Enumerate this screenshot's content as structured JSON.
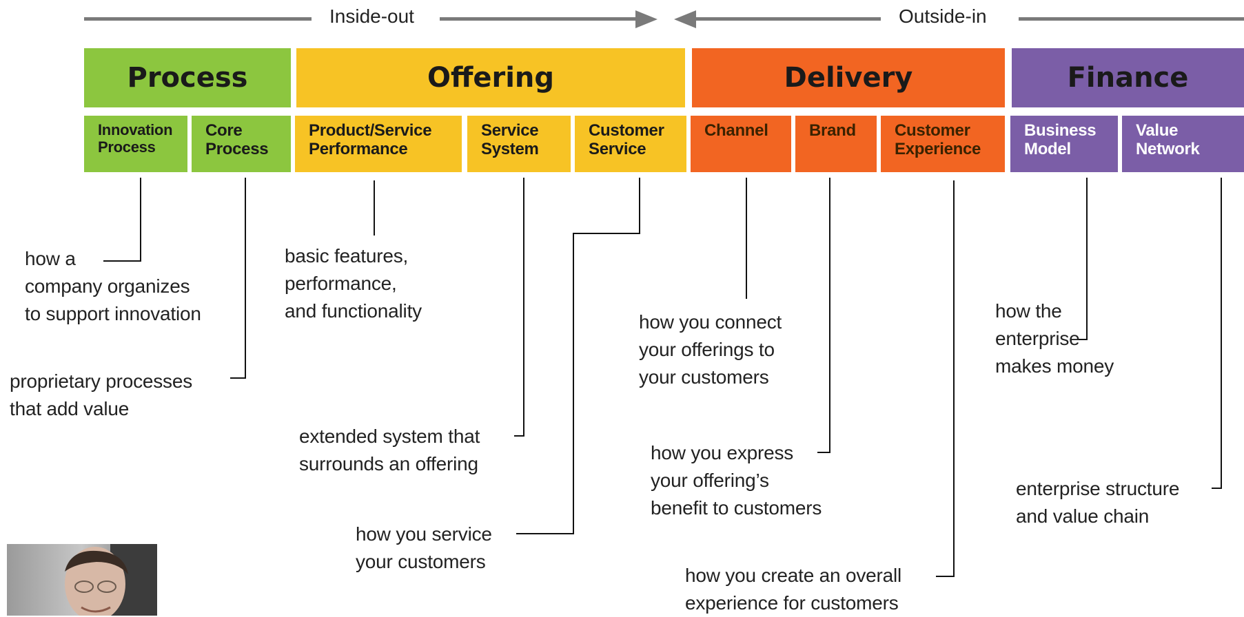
{
  "header": {
    "left_label": "Inside-out",
    "right_label": "Outside-in"
  },
  "colors": {
    "process": "#8cc63f",
    "offering": "#f7c325",
    "delivery": "#f26522",
    "finance": "#7b5ea7"
  },
  "categories": [
    {
      "label": "Process"
    },
    {
      "label": "Offering"
    },
    {
      "label": "Delivery"
    },
    {
      "label": "Finance"
    }
  ],
  "subcategories": [
    {
      "line1": "Innovation",
      "line2": "Process"
    },
    {
      "line1": "Core",
      "line2": "Process"
    },
    {
      "line1": "Product/Service",
      "line2": "Performance"
    },
    {
      "line1": "Service",
      "line2": "System"
    },
    {
      "line1": "Customer",
      "line2": "Service"
    },
    {
      "line1": "Channel",
      "line2": ""
    },
    {
      "line1": "Brand",
      "line2": ""
    },
    {
      "line1": "Customer",
      "line2": "Experience"
    },
    {
      "line1": "Business",
      "line2": "Model"
    },
    {
      "line1": "Value",
      "line2": "Network"
    }
  ],
  "descriptions": {
    "innovation_process": [
      "how a",
      "company organizes",
      "to support innovation"
    ],
    "core_process": [
      "proprietary processes",
      "that add value"
    ],
    "product_performance": [
      "basic features,",
      "performance,",
      "and functionality"
    ],
    "service_system": [
      "extended system that",
      "surrounds an offering"
    ],
    "customer_service": [
      "how you service",
      "your customers"
    ],
    "channel": [
      "how you connect",
      "your offerings to",
      "your customers"
    ],
    "brand": [
      "how you express",
      "your offering’s",
      "benefit to customers"
    ],
    "customer_experience": [
      "how you create an overall",
      "experience for customers"
    ],
    "business_model": [
      "how the",
      "enterprise",
      "makes money"
    ],
    "value_network": [
      "enterprise structure",
      "and value chain"
    ]
  }
}
